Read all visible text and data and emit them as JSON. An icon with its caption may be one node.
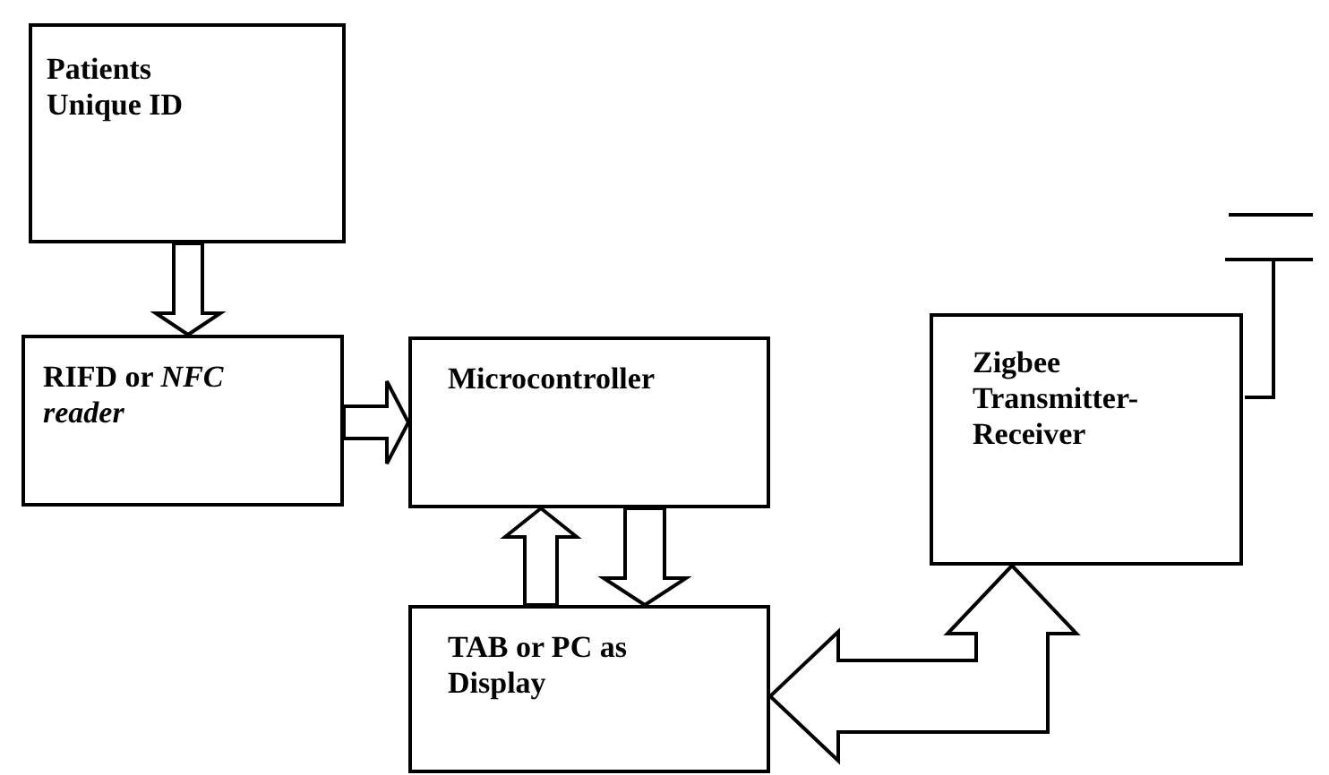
{
  "diagram": {
    "nodes": [
      {
        "text": [
          "Patients Unique ID"
        ]
      },
      {
        "text": [
          "RIFD or *NFC reader*"
        ]
      },
      {
        "text": [
          "Microcontroller"
        ]
      },
      {
        "text": [
          "TAB or PC as Display"
        ]
      },
      {
        "text": [
          "Zigbee Transmitter-Receiver"
        ]
      }
    ],
    "edges": [
      {
        "from": 0,
        "to": 1,
        "arrow": "to"
      },
      {
        "from": 1,
        "to": 2,
        "arrow": "to"
      },
      {
        "from": 3,
        "to": 2,
        "arrow": "to"
      },
      {
        "from": 2,
        "to": 3,
        "arrow": "to"
      },
      {
        "from": 3,
        "to": 4,
        "arrow": "both"
      }
    ]
  }
}
